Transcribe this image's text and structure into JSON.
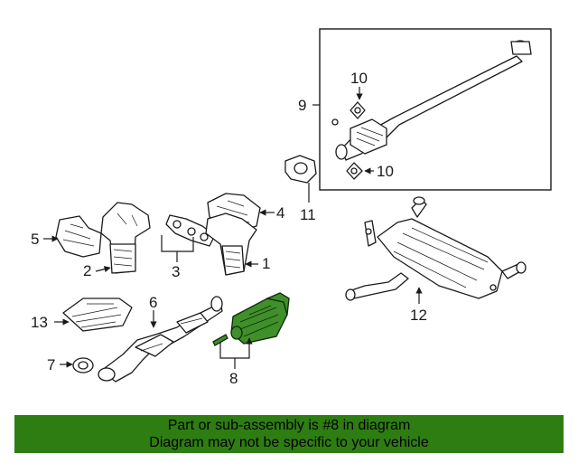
{
  "callouts": {
    "c1": "1",
    "c2": "2",
    "c3": "3",
    "c4": "4",
    "c5": "5",
    "c6": "6",
    "c7": "7",
    "c8": "8",
    "c9": "9",
    "c10a": "10",
    "c10b": "10",
    "c11": "11",
    "c12": "12",
    "c13": "13"
  },
  "highlighted_part": "8",
  "colors": {
    "highlight": "#3f8f2a",
    "footer_bg": "#2e7d12"
  },
  "footer": {
    "line1": "Part or sub-assembly is #8 in diagram",
    "line2": "Diagram may not be specific to your vehicle"
  }
}
